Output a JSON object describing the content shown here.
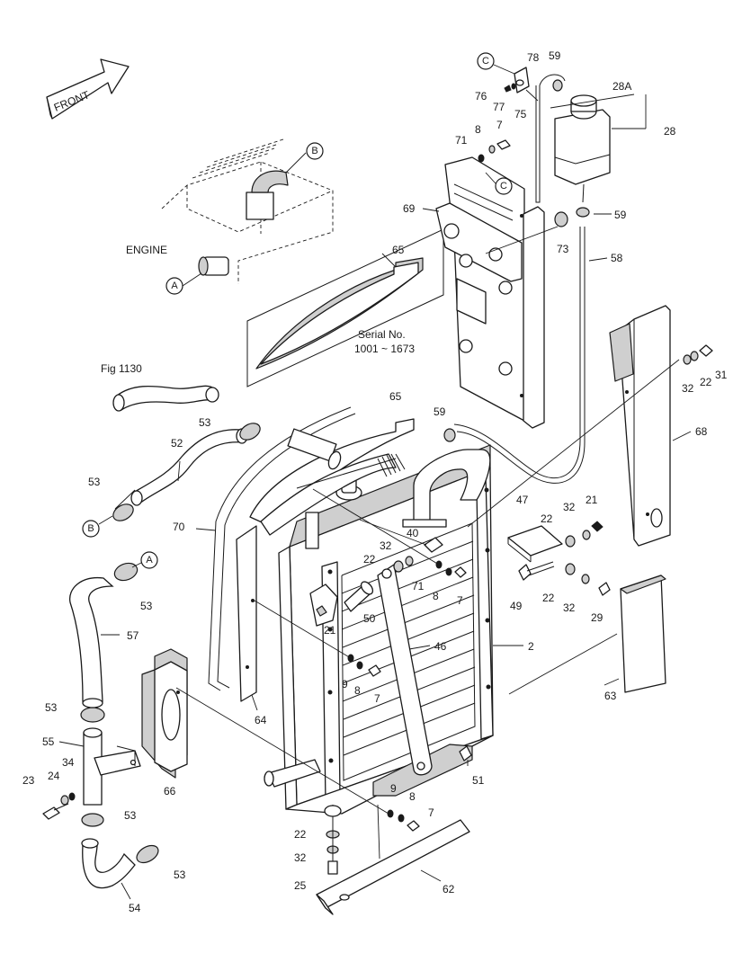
{
  "diagram": {
    "front_label": "FRONT",
    "engine_label": "ENGINE",
    "figure_ref": "Fig 1130",
    "serial_label": "Serial No.",
    "serial_range": "1001 ~ 1673",
    "callouts": [
      "A",
      "B",
      "C"
    ],
    "part_labels": [
      {
        "id": "p78",
        "text": "78"
      },
      {
        "id": "p59a",
        "text": "59"
      },
      {
        "id": "p28A",
        "text": "28A"
      },
      {
        "id": "p76",
        "text": "76"
      },
      {
        "id": "p77",
        "text": "77"
      },
      {
        "id": "p75",
        "text": "75"
      },
      {
        "id": "p28",
        "text": "28"
      },
      {
        "id": "p7a",
        "text": "7"
      },
      {
        "id": "p8a",
        "text": "8"
      },
      {
        "id": "p71a",
        "text": "71"
      },
      {
        "id": "p69",
        "text": "69"
      },
      {
        "id": "p59b",
        "text": "59"
      },
      {
        "id": "p73",
        "text": "73"
      },
      {
        "id": "p58",
        "text": "58"
      },
      {
        "id": "p65a",
        "text": "65"
      },
      {
        "id": "p31",
        "text": "31"
      },
      {
        "id": "p22a",
        "text": "22"
      },
      {
        "id": "p32a",
        "text": "32"
      },
      {
        "id": "p65b",
        "text": "65"
      },
      {
        "id": "p59c",
        "text": "59"
      },
      {
        "id": "p53a",
        "text": "53"
      },
      {
        "id": "p52",
        "text": "52"
      },
      {
        "id": "p68",
        "text": "68"
      },
      {
        "id": "p53b",
        "text": "53"
      },
      {
        "id": "p47",
        "text": "47"
      },
      {
        "id": "p32b",
        "text": "32"
      },
      {
        "id": "p21a",
        "text": "21"
      },
      {
        "id": "p70",
        "text": "70"
      },
      {
        "id": "p40",
        "text": "40"
      },
      {
        "id": "p22b",
        "text": "22"
      },
      {
        "id": "p32c",
        "text": "32"
      },
      {
        "id": "p22c",
        "text": "22"
      },
      {
        "id": "p71b",
        "text": "71"
      },
      {
        "id": "p7b",
        "text": "7"
      },
      {
        "id": "p8b",
        "text": "8"
      },
      {
        "id": "p49",
        "text": "49"
      },
      {
        "id": "p22d",
        "text": "22"
      },
      {
        "id": "p32d",
        "text": "32"
      },
      {
        "id": "p29",
        "text": "29"
      },
      {
        "id": "p53c",
        "text": "53"
      },
      {
        "id": "p50",
        "text": "50"
      },
      {
        "id": "p21b",
        "text": "21"
      },
      {
        "id": "p57",
        "text": "57"
      },
      {
        "id": "p46",
        "text": "46"
      },
      {
        "id": "p2",
        "text": "2"
      },
      {
        "id": "p9a",
        "text": "9"
      },
      {
        "id": "p8c",
        "text": "8"
      },
      {
        "id": "p7c",
        "text": "7"
      },
      {
        "id": "p64",
        "text": "64"
      },
      {
        "id": "p63",
        "text": "63"
      },
      {
        "id": "p53d",
        "text": "53"
      },
      {
        "id": "p55",
        "text": "55"
      },
      {
        "id": "p34",
        "text": "34"
      },
      {
        "id": "p66",
        "text": "66"
      },
      {
        "id": "p51",
        "text": "51"
      },
      {
        "id": "p23",
        "text": "23"
      },
      {
        "id": "p24",
        "text": "24"
      },
      {
        "id": "p9b",
        "text": "9"
      },
      {
        "id": "p8d",
        "text": "8"
      },
      {
        "id": "p7d",
        "text": "7"
      },
      {
        "id": "p53e",
        "text": "53"
      },
      {
        "id": "p22e",
        "text": "22"
      },
      {
        "id": "p32e",
        "text": "32"
      },
      {
        "id": "p53f",
        "text": "53"
      },
      {
        "id": "p25",
        "text": "25"
      },
      {
        "id": "p62",
        "text": "62"
      },
      {
        "id": "p54",
        "text": "54"
      }
    ]
  }
}
